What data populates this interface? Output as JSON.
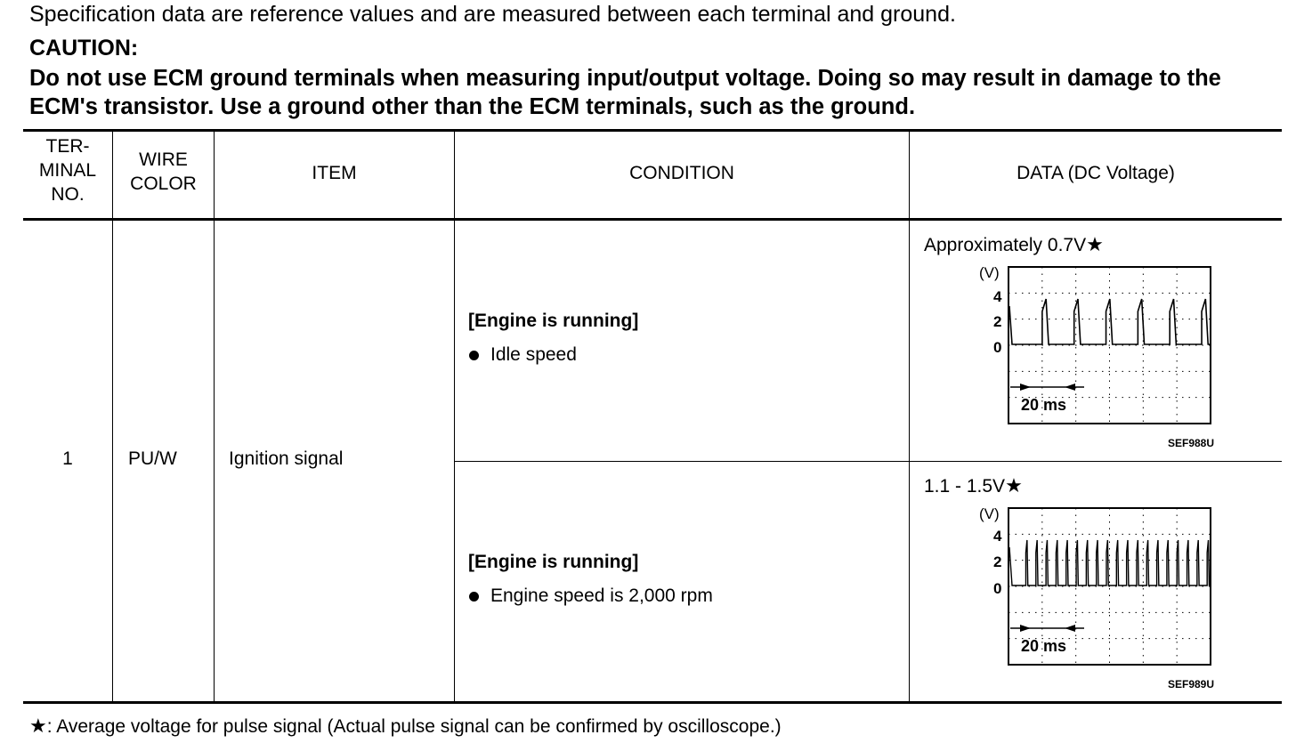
{
  "intro": "Specification data are reference values and are measured between each terminal and ground.",
  "caution": {
    "title": "CAUTION:",
    "text": "Do not use ECM ground terminals when measuring input/output voltage. Doing so may result in damage to the ECM's transistor. Use a ground other than the ECM terminals, such as the ground."
  },
  "table": {
    "headers": {
      "terminal": [
        "TER-",
        "MINAL",
        "NO."
      ],
      "wire": [
        "WIRE",
        "COLOR"
      ],
      "item": "ITEM",
      "condition": "CONDITION",
      "data": "DATA (DC Voltage)"
    },
    "row": {
      "terminal": "1",
      "wire_color": "PU/W",
      "item": "Ignition signal",
      "conditions": [
        {
          "title": "[Engine is running]",
          "bullet": "Idle speed"
        },
        {
          "title": "[Engine is running]",
          "bullet": "Engine speed is 2,000 rpm"
        }
      ],
      "data": [
        {
          "label": "Approximately 0.7V",
          "star": "★",
          "scope": {
            "unit": "(V)",
            "y_ticks": [
              "4",
              "2",
              "0"
            ],
            "time_label": "20 ms",
            "code": "SEF988U",
            "pulse_count": 6
          }
        },
        {
          "label": "1.1 - 1.5V",
          "star": "★",
          "scope": {
            "unit": "(V)",
            "y_ticks": [
              "4",
              "2",
              "0"
            ],
            "time_label": "20 ms",
            "code": "SEF989U",
            "pulse_count": 19
          }
        }
      ]
    }
  },
  "footnote": {
    "star": "★",
    "text": ": Average voltage for pulse signal (Actual pulse signal can be confirmed by oscilloscope.)"
  }
}
